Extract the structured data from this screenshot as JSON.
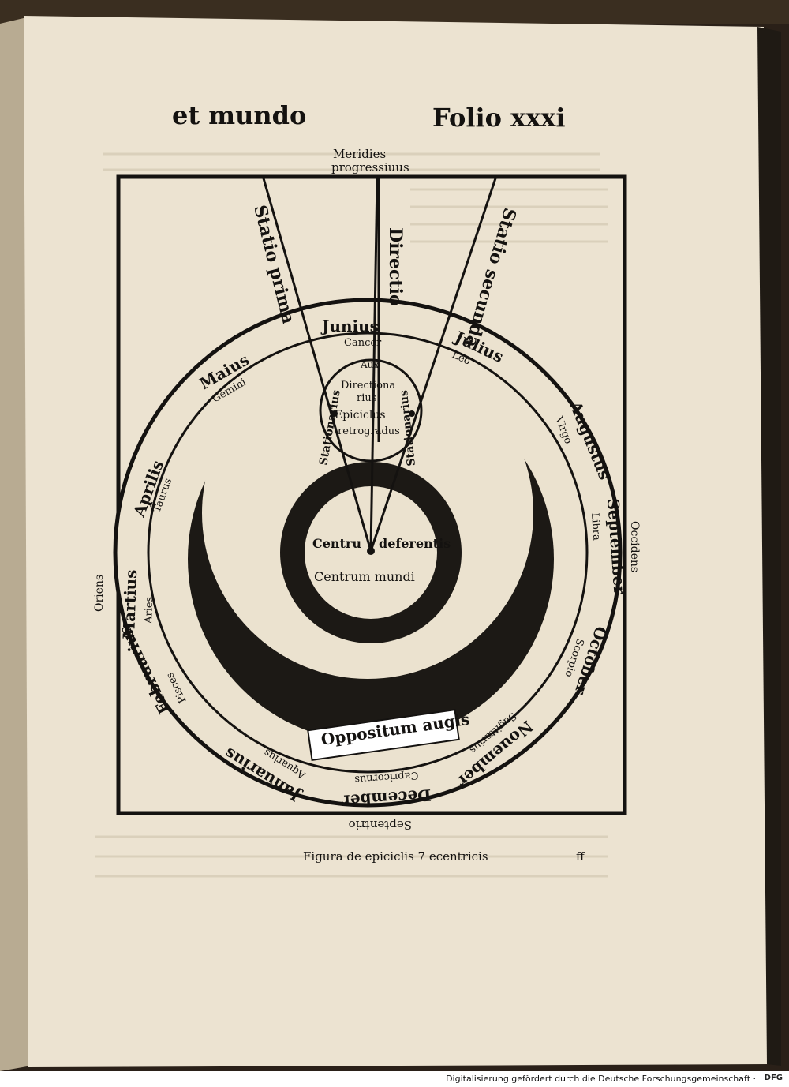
{
  "page": {
    "header_left": "et mundo",
    "header_right": "Folio xxxi",
    "caption": "Figura de epiciclis 7 ecentricis",
    "signature": "ff"
  },
  "compass": {
    "top": [
      "Meridies",
      "progressiuus"
    ],
    "right": "Occidens",
    "left": "Oriens",
    "bottom": "Septentrio"
  },
  "rays": {
    "statio_prima": "Statio prima",
    "directio": "Directio",
    "statio_secunda": "Statio secunda"
  },
  "months": [
    {
      "name": "Junius",
      "sign": "Cancer"
    },
    {
      "name": "Julius",
      "sign": "Leo"
    },
    {
      "name": "Augustus",
      "sign": "Virgo"
    },
    {
      "name": "September",
      "sign": "Libra"
    },
    {
      "name": "October",
      "sign": "Scorpio"
    },
    {
      "name": "Nouember",
      "sign": "Sagittarius"
    },
    {
      "name": "December",
      "sign": "Capricornus"
    },
    {
      "name": "Januarius",
      "sign": "Aquarius"
    },
    {
      "name": "Februarius",
      "sign": "Pisces"
    },
    {
      "name": "Martius",
      "sign": "Aries"
    },
    {
      "name": "Aprilis",
      "sign": "Taurus"
    },
    {
      "name": "Maius",
      "sign": "Gemini"
    }
  ],
  "inner": {
    "aux": "Aux",
    "epicycle": [
      "Directiona",
      "rius",
      "Epiciclus",
      "retrogradus"
    ],
    "station_left": "Stationarius",
    "station_right": "Stationarius",
    "centrum_deferentis": [
      "Centru",
      "deferentis"
    ],
    "centrum_mundi": "Centrum mundi",
    "oppositum": "Oppositum augis"
  }
}
